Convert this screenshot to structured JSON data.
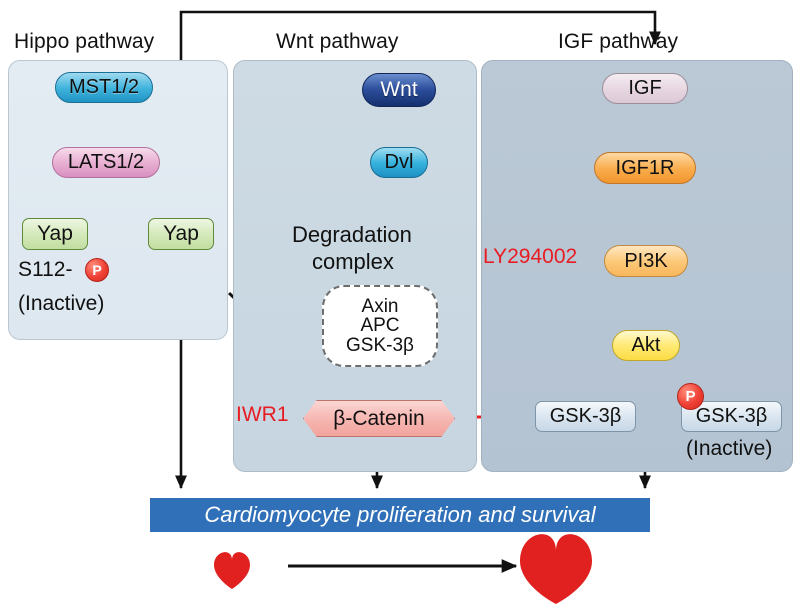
{
  "figure": {
    "title_banner": "Cardiomyocyte proliferation and survival"
  },
  "pathways": [
    {
      "id": "hippo",
      "title": "Hippo pathway"
    },
    {
      "id": "wnt",
      "title": "Wnt pathway"
    },
    {
      "id": "igf",
      "title": "IGF pathway"
    }
  ],
  "hippo": {
    "nodes": {
      "mst": "MST1/2",
      "lats": "LATS1/2",
      "yap_inactive": "Yap",
      "yap_active": "Yap"
    },
    "labels": {
      "phospho_site": "S112-",
      "phospho_mark": "P",
      "inactive": "(Inactive)"
    }
  },
  "wnt": {
    "nodes": {
      "wnt": "Wnt",
      "dvl": "Dvl",
      "beta_catenin": "β-Catenin"
    },
    "degradation_complex": {
      "label_line1": "Degradation",
      "label_line2": "complex",
      "members": [
        "Axin",
        "APC",
        "GSK-3β"
      ]
    },
    "inhibitors": {
      "iwr1": "IWR1"
    }
  },
  "igf": {
    "nodes": {
      "igf": "IGF",
      "igf1r": "IGF1R",
      "pi3k": "PI3K",
      "akt": "Akt",
      "gsk_active": "GSK-3β",
      "gsk_inactive": "GSK-3β"
    },
    "labels": {
      "phospho_mark": "P",
      "inactive": "(Inactive)"
    },
    "inhibitors": {
      "ly294002": "LY294002"
    }
  },
  "outcome": {
    "heart_small": "heart-icon-small",
    "heart_large": "heart-icon-large",
    "growth_arrow": "growth-arrow"
  },
  "colors": {
    "inhibition_red": "#e81c23",
    "banner_blue": "#3070b8",
    "heart_red": "#e0211f",
    "arrow_black": "#111111",
    "panel_hippo_bg": "#e4ecf3",
    "panel_wnt_bg": "#cedbe4",
    "panel_igf_bg": "#bbc9d6"
  }
}
